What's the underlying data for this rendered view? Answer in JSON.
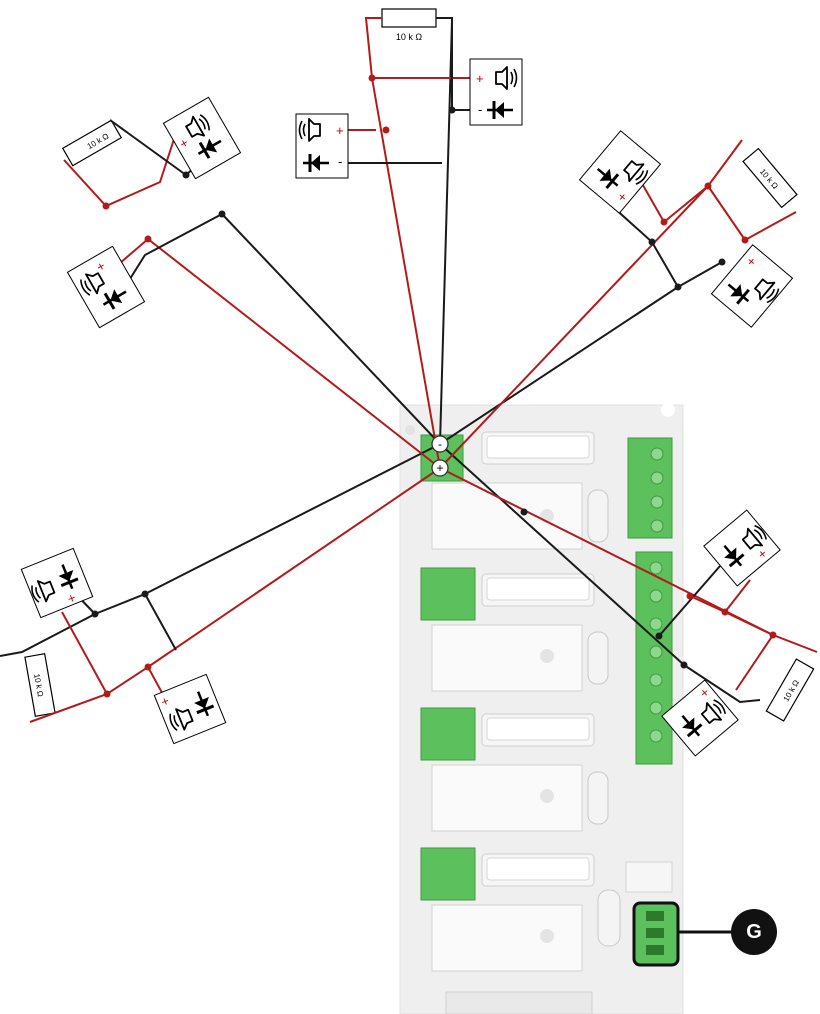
{
  "resistor_label": "10 k Ω",
  "terminal_minus": "-",
  "terminal_plus": "+",
  "polarity_plus": "+",
  "polarity_minus": "-",
  "callout": {
    "label": "G"
  },
  "colors": {
    "wire_negative": "#1a1a1a",
    "wire_positive": "#b31b1b",
    "terminal_green": "#5cc05c",
    "board": "#efefef",
    "callout": "#111111"
  },
  "icons": [
    "speaker-icon",
    "diode-icon",
    "resistor-icon"
  ],
  "sirens": [
    {
      "id": "top",
      "resistor_label": "10 k Ω"
    },
    {
      "id": "upper-left",
      "resistor_label": "10 k Ω"
    },
    {
      "id": "upper-right",
      "resistor_label": "10 k Ω"
    },
    {
      "id": "lower-left",
      "resistor_label": "10 k Ω"
    },
    {
      "id": "lower-right",
      "resistor_label": "10 k Ω"
    }
  ]
}
